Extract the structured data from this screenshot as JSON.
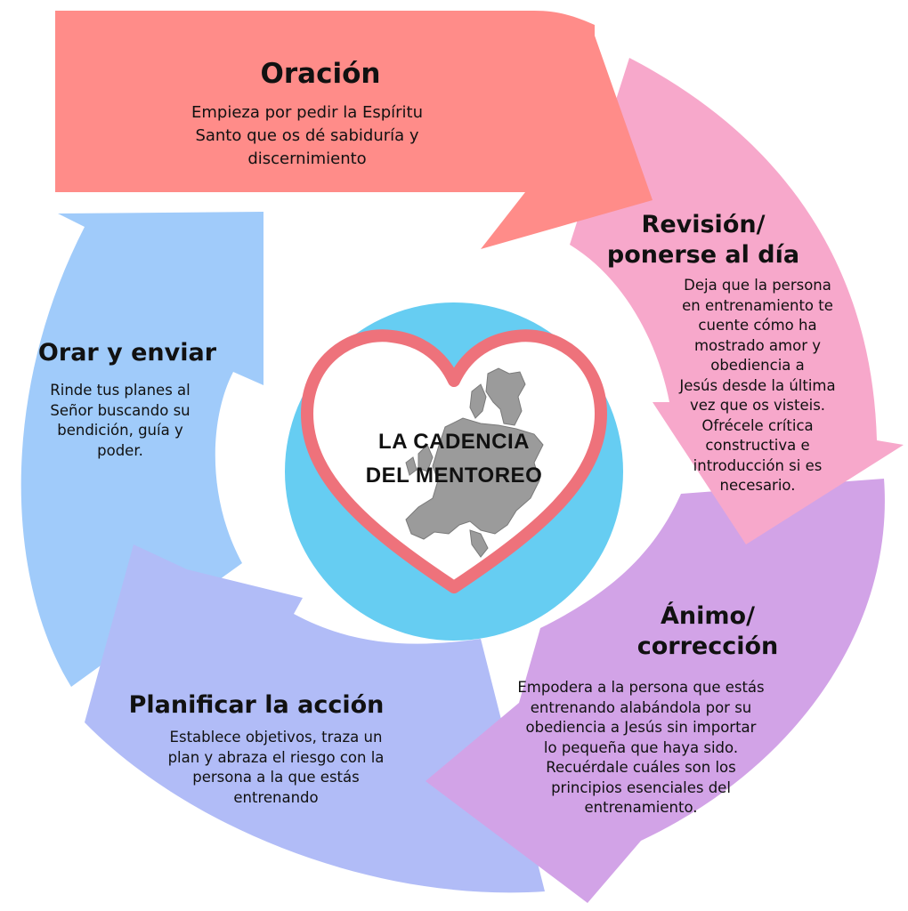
{
  "center": {
    "title": "LA CADENCIA\nDEL MENTOREO",
    "circle_color": "#66cdf2",
    "heart_color": "#ee727b",
    "map_icon": "europe-map-icon"
  },
  "steps": [
    {
      "id": "oracion",
      "title": "Oración",
      "body": "Empieza por pedir la Espíritu\nSanto que os dé sabiduría y\ndiscernimiento",
      "color": "#ff8c89"
    },
    {
      "id": "revision",
      "title": "Revisión/\nponerse al día",
      "body": "Deja que la persona\nen entrenamiento te\ncuente cómo ha\nmostrado amor y\nobediencia a\nJesús desde la última\nvez que os visteis.\nOfrécele crítica\nconstructiva e\nintroducción si es\nnecesario.",
      "color": "#f7a8cb"
    },
    {
      "id": "animo",
      "title": "Ánimo/\ncorrección",
      "body": "Empodera a la persona que estás\nentrenando alabándola por su\nobediencia a Jesús sin importar\nlo pequeña que haya sido.\nRecuérdale cuáles son los\nprincipios esenciales del\nentrenamiento.",
      "color": "#d2a3e7"
    },
    {
      "id": "planificar",
      "title": "Planificar la acción",
      "body": "Establece objetivos, traza un\nplan y abraza el riesgo con la\npersona a la que estás\nentrenando",
      "color": "#b1bcf7"
    },
    {
      "id": "orar",
      "title": "Orar y enviar",
      "body": "Rinde tus planes al\nSeñor buscando su\nbendición, guía y\npoder.",
      "color": "#a0cbfa"
    }
  ]
}
